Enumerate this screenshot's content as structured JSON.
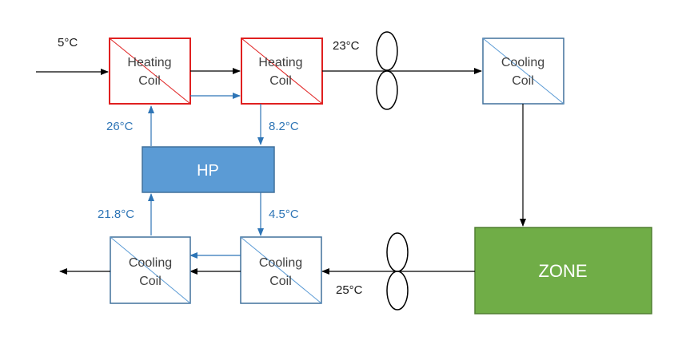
{
  "colors": {
    "heating_border": "#e02020",
    "cooling_border": "#41719c",
    "water_line": "#2e75b6",
    "air_line": "#000000",
    "hp_fill": "#5b9bd5",
    "zone_fill": "#70ad47",
    "zone_border": "#507e32",
    "text_dark": "#404040"
  },
  "icons": {
    "coil": "diagonal-line-box",
    "fan": "two-lobe-fan",
    "arrow": "arrowhead"
  },
  "top_row": {
    "inlet_temp": "5°C",
    "coil1": {
      "line1": "Heating",
      "line2": "Coil"
    },
    "coil2": {
      "line1": "Heating",
      "line2": "Coil"
    },
    "after_coils_temp": "23°C",
    "coil3": {
      "line1": "Cooling",
      "line2": "Coil"
    }
  },
  "heat_pump": {
    "label": "HP",
    "supply_temp": "26°C",
    "return_temp": "8.2°C",
    "evap_in_temp": "21.8°C",
    "evap_out_temp": "4.5°C"
  },
  "bottom_row": {
    "coil4": {
      "line1": "Cooling",
      "line2": "Coil"
    },
    "coil5": {
      "line1": "Cooling",
      "line2": "Coil"
    },
    "zone_label": "ZONE",
    "return_temp": "25°C"
  }
}
